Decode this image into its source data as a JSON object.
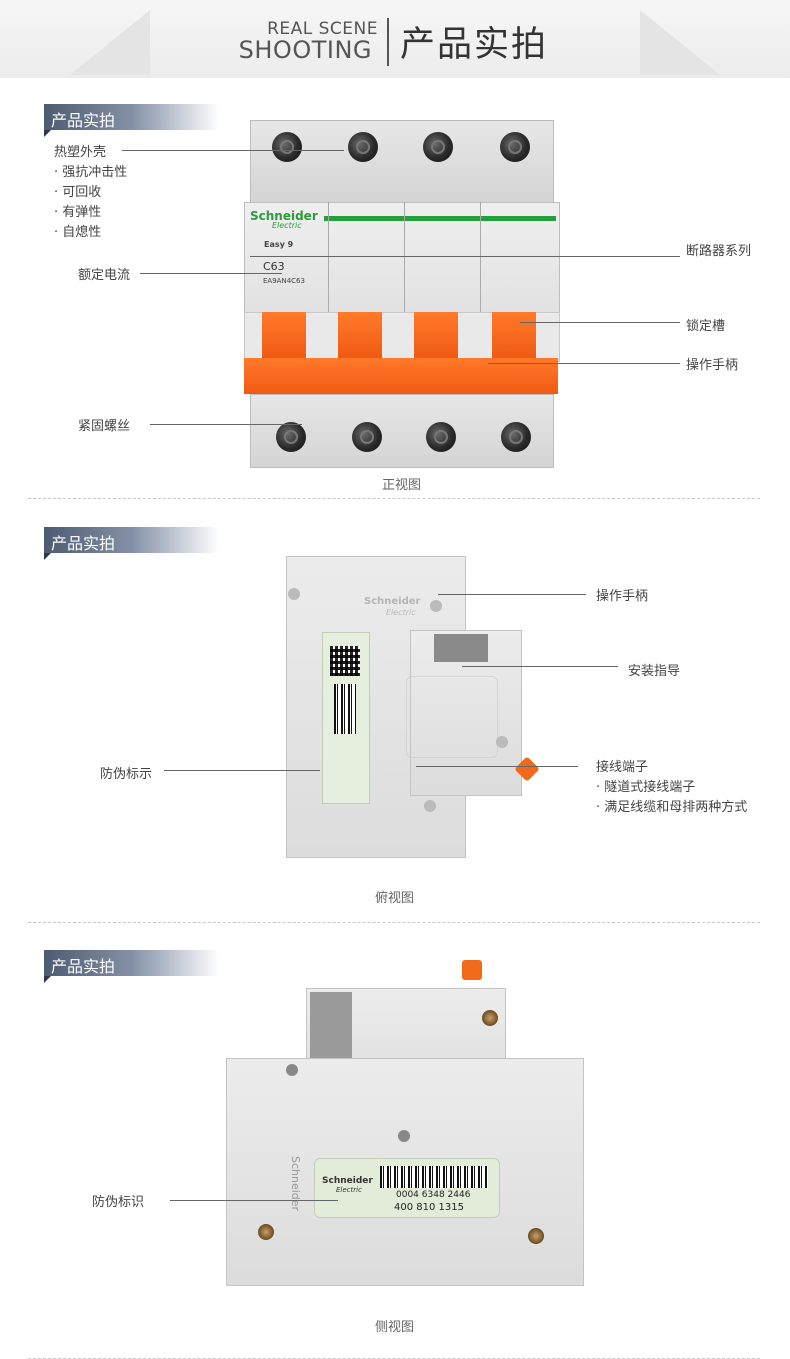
{
  "header": {
    "en_line1": "REAL SCENE",
    "en_line2": "SHOOTING",
    "cn_title": "产品实拍"
  },
  "sections": [
    {
      "tag": "产品实拍",
      "caption": "正视图",
      "labels": {
        "shell": "热塑外壳",
        "shell_points": [
          "· 强抗冲击性",
          "· 可回收",
          "· 有弹性",
          "· 自熄性"
        ],
        "rated_current": "额定电流",
        "fastening_screw": "紧固螺丝",
        "series": "断路器系列",
        "lock_slot": "锁定槽",
        "handle": "操作手柄"
      },
      "product": {
        "brand": "Schneider",
        "brand_sub": "Electric",
        "model_line": "Easy 9",
        "rating": "C63",
        "part_no": "EA9AN4C63"
      }
    },
    {
      "tag": "产品实拍",
      "caption": "俯视图",
      "labels": {
        "handle": "操作手柄",
        "install_guide": "安装指导",
        "anti_fake": "防伪标示",
        "terminal": "接线端子",
        "terminal_points": [
          "· 隧道式接线端子",
          "· 满足线缆和母排两种方式"
        ]
      },
      "product": {
        "brand": "Schneider",
        "brand_sub": "Electric"
      }
    },
    {
      "tag": "产品实拍",
      "caption": "侧视图",
      "labels": {
        "anti_fake": "防伪标识"
      },
      "product": {
        "brand": "Schneider",
        "brand_sub": "Electric",
        "serial": "0004 6348 2446",
        "hotline": "400  810  1315"
      }
    }
  ],
  "colors": {
    "tag_dark": "#4d5b72",
    "brand_green": "#2e9b3e",
    "handle_orange": "#f05a12"
  }
}
